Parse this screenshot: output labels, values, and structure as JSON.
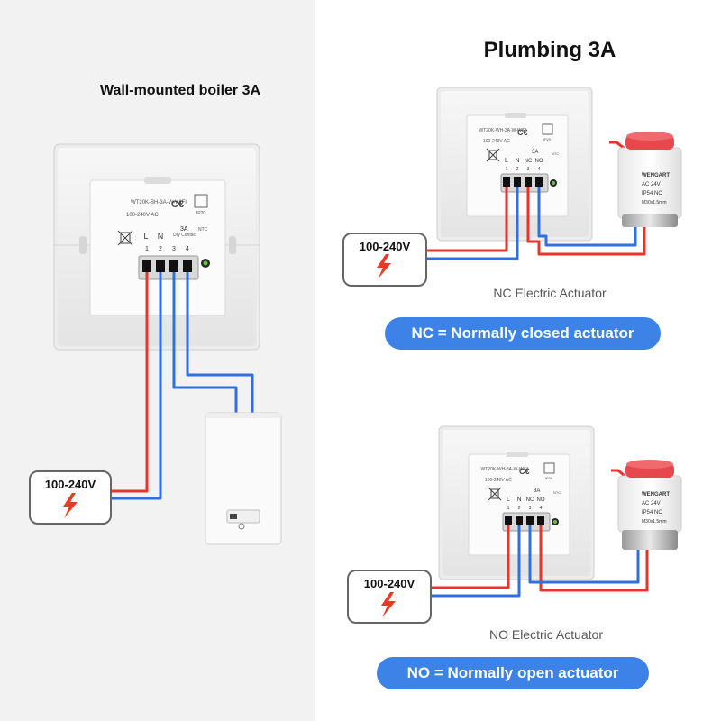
{
  "left": {
    "title": "Wall-mounted boiler 3A",
    "voltage": "100-240V",
    "thermostat": {
      "model": "WT20K-BH-3A-W-WIFI",
      "rating": "100-240V AC",
      "ip": "IP20",
      "current": "3A",
      "contact": "Dry Contact",
      "ntc": "NTC",
      "terminal_labels": [
        "L",
        "N"
      ],
      "terminal_numbers": [
        "1",
        "2",
        "3",
        "4"
      ]
    }
  },
  "right": {
    "title": "Plumbing 3A",
    "nc": {
      "voltage": "100-240V",
      "caption": "NC Electric Actuator",
      "pill": "NC = Normally closed actuator",
      "thermostat": {
        "model": "WT20K-WH-3A-W-WIFI",
        "rating": "100-240V AC",
        "ip": "IP20",
        "current": "3A",
        "ntc": "NTC",
        "terminal_labels": [
          "L",
          "N",
          "NC",
          "NO"
        ],
        "terminal_numbers": [
          "1",
          "2",
          "3",
          "4"
        ]
      },
      "actuator": {
        "brand": "WENGART",
        "voltage": "AC 24V",
        "spec": "IP54 NC",
        "thread": "M30x1.5mm"
      }
    },
    "no": {
      "voltage": "100-240V",
      "caption": "NO Electric Actuator",
      "pill": "NO = Normally open actuator",
      "thermostat": {
        "model": "WT20K-WH-3A-W-WIFI",
        "rating": "100-240V AC",
        "ip": "IP20",
        "current": "3A",
        "ntc": "NTC",
        "terminal_labels": [
          "L",
          "N",
          "NC",
          "NO"
        ],
        "terminal_numbers": [
          "1",
          "2",
          "3",
          "4"
        ]
      },
      "actuator": {
        "brand": "WENGART",
        "voltage": "AC 24V",
        "spec": "IP54 NO",
        "thread": "M30x1.5mm"
      }
    }
  },
  "colors": {
    "live": "#e8352b",
    "neutral": "#2f6fe0",
    "accent": "#3d82e6",
    "lightning": "#e83a23"
  }
}
